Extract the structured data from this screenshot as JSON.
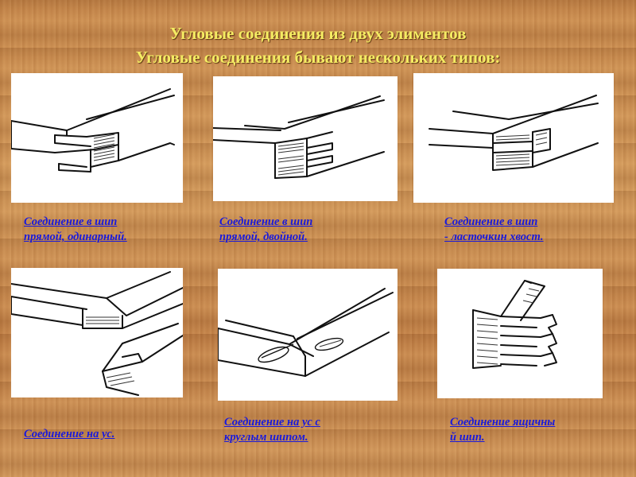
{
  "title": {
    "line1": "Угловые соединения из двух элиментов",
    "line2": "Угловые соединения бывают нескольких типов:"
  },
  "joints": [
    {
      "caption_lines": [
        "Соединение в шип",
        "прямой, одинарный."
      ]
    },
    {
      "caption_lines": [
        "Соединение в шип",
        "прямой, двойной."
      ]
    },
    {
      "caption_lines": [
        "Соединение в шип",
        "- ласточкин хвост."
      ]
    },
    {
      "caption_lines": [
        "Соединение на ус."
      ]
    },
    {
      "caption_lines": [
        "Соединение на ус с",
        "круглым шипом."
      ]
    },
    {
      "caption_lines": [
        "Соединение ящичны",
        "й шип."
      ]
    }
  ],
  "colors": {
    "title": "#f5ec63",
    "caption": "#1a1adb",
    "background_wood": "#c98a4e",
    "panel": "#ffffff"
  }
}
